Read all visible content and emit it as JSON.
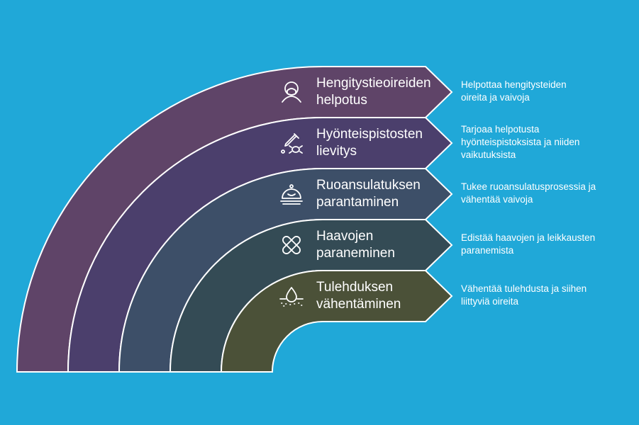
{
  "colors": {
    "background": "#20a8d8",
    "bands": [
      "#5f4468",
      "#4b3f6c",
      "#3d4f68",
      "#344b55",
      "#4b5138"
    ],
    "outline": "#ffffff"
  },
  "items": [
    {
      "title": "Hengitystieoireiden helpotus",
      "title_lines": [
        "Hengitystieoireiden",
        "helpotus"
      ],
      "description": "Helpottaa hengitysteiden oireita ja vaivoja",
      "desc_lines": [
        "Helpottaa hengitysteiden",
        "oireita ja vaivoja"
      ],
      "icon": "respirator-mask-icon"
    },
    {
      "title": "Hyönteispistosten lievitys",
      "title_lines": [
        "Hyönteispistosten",
        "lievitys"
      ],
      "description": "Tarjoaa helpotusta hyönteispistoksista ja niiden vaikutuksista",
      "desc_lines": [
        "Tarjoaa helpotusta",
        "hyönteispistoksista ja niiden",
        "vaikutuksista"
      ],
      "icon": "dropper-bug-icon"
    },
    {
      "title": "Ruoansulatuksen parantaminen",
      "title_lines": [
        "Ruoansulatuksen",
        "parantaminen"
      ],
      "description": "Tukee ruoansulatusprosessia ja vähentää vaivoja",
      "desc_lines": [
        "Tukee ruoansulatusprosessia ja",
        "vähentää vaivoja"
      ],
      "icon": "happy-cloche-icon"
    },
    {
      "title": "Haavojen paraneminen",
      "title_lines": [
        "Haavojen",
        "paraneminen"
      ],
      "description": "Edistää haavojen ja leikkausten paranemista",
      "desc_lines": [
        "Edistää haavojen ja leikkausten",
        "paranemista"
      ],
      "icon": "bandage-icon"
    },
    {
      "title": "Tulehduksen vähentäminen",
      "title_lines": [
        "Tulehduksen",
        "vähentäminen"
      ],
      "description": "Vähentää tulehdusta ja siihen liittyviä oireita",
      "desc_lines": [
        "Vähentää tulehdusta ja siihen",
        "liittyviä oireita"
      ],
      "icon": "skin-drop-icon"
    }
  ]
}
